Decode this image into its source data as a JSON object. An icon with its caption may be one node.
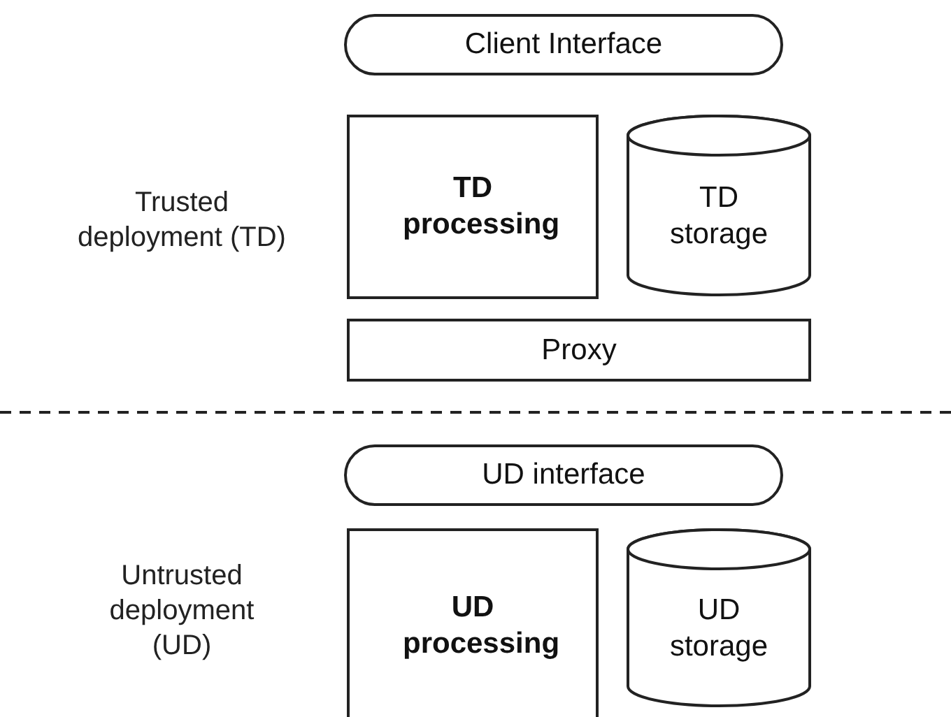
{
  "diagram": {
    "nodes": [
      {
        "text": [
          "Client Interface"
        ]
      },
      {
        "text": [
          "TD processing"
        ]
      },
      {
        "text": [
          "TD storage"
        ]
      },
      {
        "text": [
          "Proxy"
        ]
      },
      {
        "text": [
          "UD interface"
        ]
      },
      {
        "text": [
          "UD processing"
        ]
      },
      {
        "text": [
          "UD storage"
        ]
      }
    ],
    "labels": [
      "Trusted deployment (TD)",
      "Untrusted deployment (UD)"
    ]
  }
}
